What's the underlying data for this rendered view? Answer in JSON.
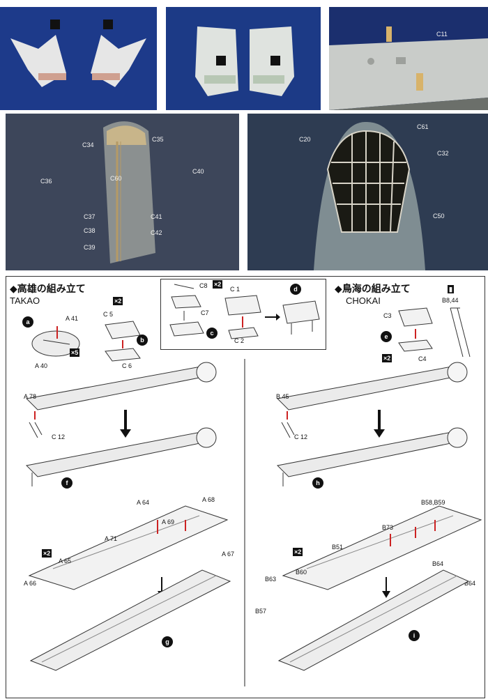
{
  "photos": {
    "p1_tags": [
      "",
      ""
    ],
    "p3_label": "C11",
    "p4_labels": [
      "C34",
      "C35",
      "C36",
      "C60",
      "C40",
      "C37",
      "C41",
      "C38",
      "C42",
      "C39"
    ],
    "p5_labels": [
      "C20",
      "C61",
      "C32",
      "C50"
    ]
  },
  "takao": {
    "title": "◆高雄の組み立て",
    "subtitle": "TAKAO",
    "step_a": {
      "badge": "a",
      "labels": [
        "A 41",
        "A 40"
      ],
      "mult": "×5"
    },
    "step_b": {
      "badge": "b",
      "labels": [
        "C 5",
        "C 6"
      ],
      "mult": "×2"
    },
    "step_f": {
      "badge": "f",
      "labels": [
        "A 78",
        "C 12"
      ]
    },
    "step_g": {
      "badge": "g",
      "mult": "×2",
      "labels": [
        "A 64",
        "A 68",
        "A 69",
        "A 71",
        "A 65",
        "A 66",
        "A 67"
      ]
    }
  },
  "center": {
    "mult": "×2",
    "step_c": {
      "badge": "c",
      "labels": [
        "C8",
        "C7"
      ]
    },
    "step_d": {
      "badge": "d",
      "labels": [
        "C 1",
        "C 2"
      ]
    }
  },
  "chokai": {
    "title": "◆鳥海の組み立て",
    "subtitle": "CHOKAI",
    "part_tag": "B8,44",
    "step_e": {
      "badge": "e",
      "labels": [
        "C3",
        "C4"
      ],
      "mult": "×2"
    },
    "step_h": {
      "badge": "h",
      "labels": [
        "B 45",
        "C 12"
      ]
    },
    "step_i": {
      "badge": "i",
      "mult": "×2",
      "labels": [
        "B58,B59",
        "B73",
        "B51",
        "B63",
        "B60",
        "B57",
        "B64",
        "B64"
      ]
    }
  }
}
